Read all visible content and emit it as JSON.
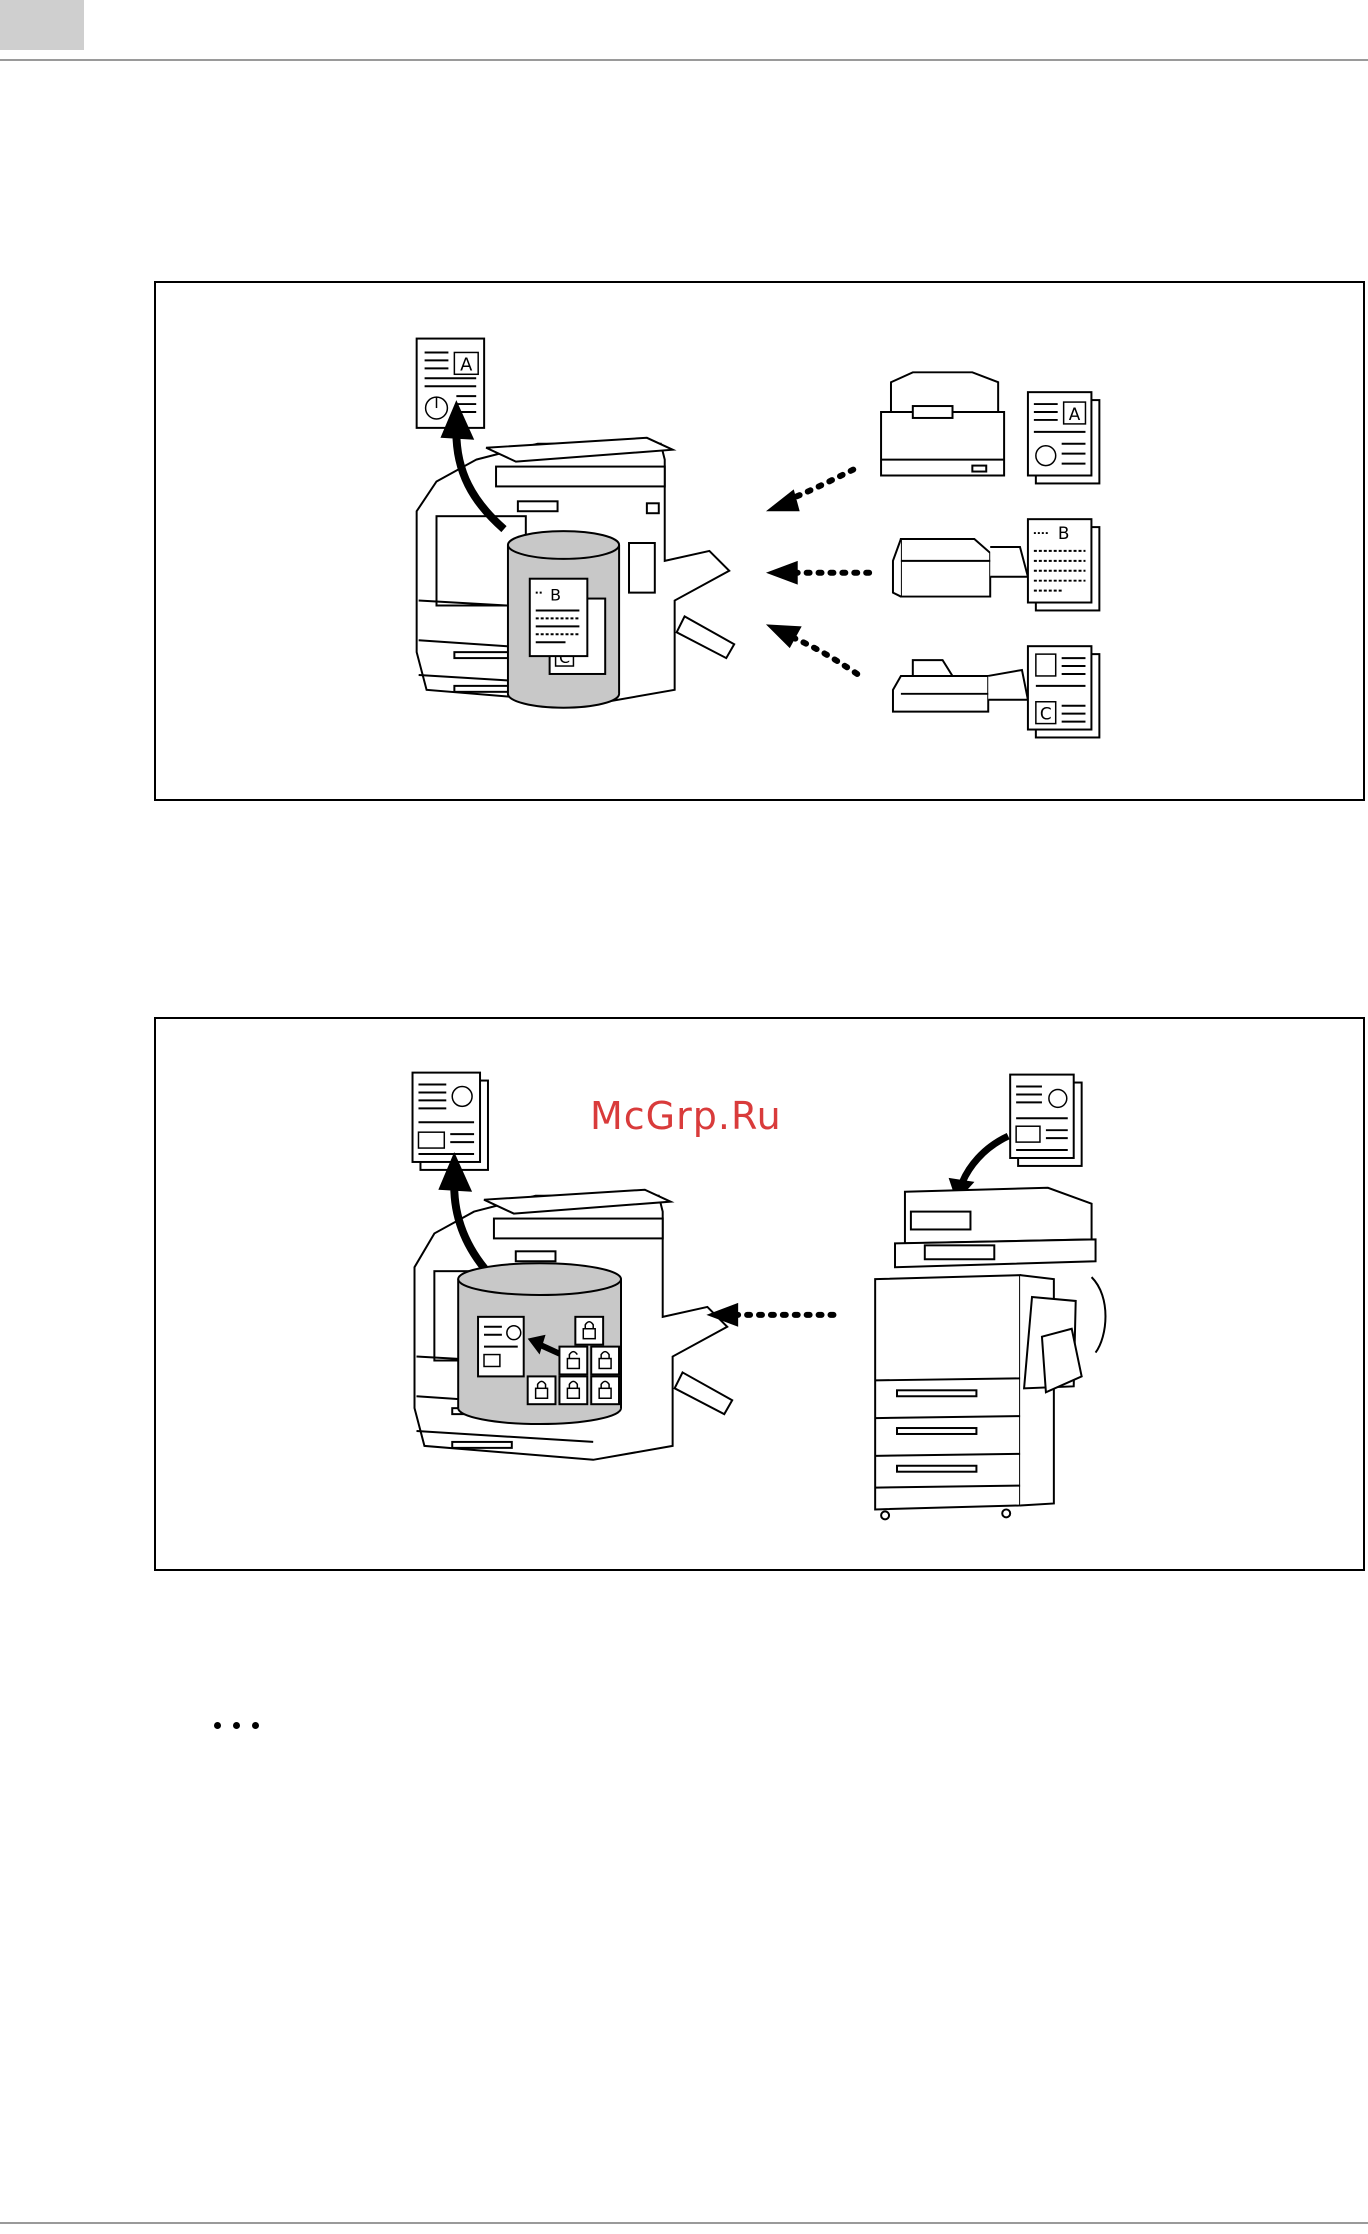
{
  "watermark": {
    "text": "McGrp.Ru",
    "color": "#d93b3b"
  },
  "figure1": {
    "center_document_letter": "A",
    "stored_document_letters": [
      "B",
      "C"
    ],
    "remote_device_documents": [
      "A",
      "B",
      "C"
    ]
  },
  "figure2": {
    "vault_icon": "lock-icon",
    "lock_count": 6
  },
  "colors": {
    "storage_gray": "#c8c8c8",
    "rule_gray": "#9a9a9a",
    "page_tab_gray": "#cfcfcf"
  }
}
